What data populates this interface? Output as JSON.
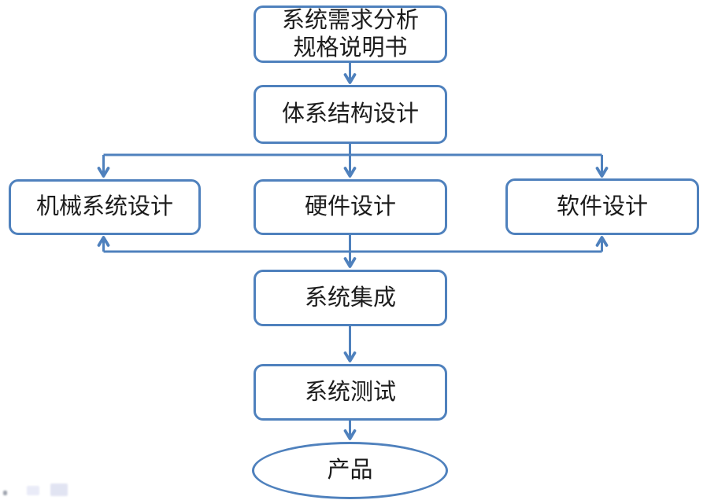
{
  "diagram": {
    "type": "flowchart",
    "language": "zh-CN",
    "stroke_color": "#4f81bd",
    "text_color": "#1c1c1c",
    "background_color": "#ffffff",
    "nodes": [
      {
        "id": "requirements",
        "shape": "rounded-rect",
        "lines": [
          "系统需求分析",
          "规格说明书"
        ]
      },
      {
        "id": "architecture",
        "shape": "rounded-rect",
        "lines": [
          "体系结构设计"
        ]
      },
      {
        "id": "mechanical",
        "shape": "rounded-rect",
        "lines": [
          "机械系统设计"
        ]
      },
      {
        "id": "hardware",
        "shape": "rounded-rect",
        "lines": [
          "硬件设计"
        ]
      },
      {
        "id": "software",
        "shape": "rounded-rect",
        "lines": [
          "软件设计"
        ]
      },
      {
        "id": "integration",
        "shape": "rounded-rect",
        "lines": [
          "系统集成"
        ]
      },
      {
        "id": "testing",
        "shape": "rounded-rect",
        "lines": [
          "系统测试"
        ]
      },
      {
        "id": "product",
        "shape": "ellipse",
        "lines": [
          "产品"
        ]
      }
    ],
    "edges": [
      {
        "from": "requirements",
        "to": "architecture",
        "arrow": "down"
      },
      {
        "from": "architecture",
        "to": "mechanical",
        "arrow": "down",
        "via": "branch-bus"
      },
      {
        "from": "architecture",
        "to": "hardware",
        "arrow": "down",
        "via": "branch-bus"
      },
      {
        "from": "architecture",
        "to": "software",
        "arrow": "down",
        "via": "branch-bus"
      },
      {
        "from": "merge-bus",
        "to": "mechanical",
        "arrow": "up"
      },
      {
        "from": "merge-bus",
        "to": "software",
        "arrow": "up"
      },
      {
        "from": "hardware",
        "to": "integration",
        "arrow": "down",
        "via": "merge-bus"
      },
      {
        "from": "integration",
        "to": "testing",
        "arrow": "down"
      },
      {
        "from": "testing",
        "to": "product",
        "arrow": "down"
      }
    ]
  }
}
